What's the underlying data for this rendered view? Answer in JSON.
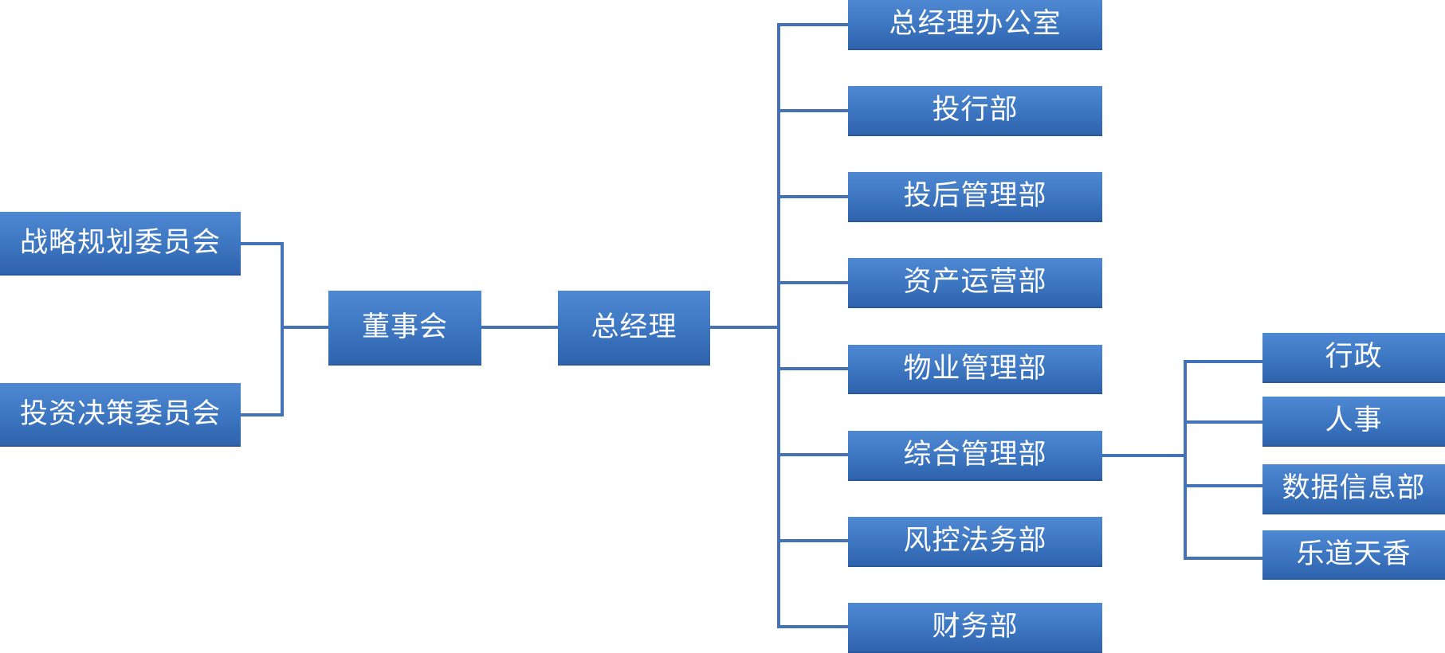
{
  "committees": [
    "战略规划委员会",
    "投资决策委员会"
  ],
  "board": "董事会",
  "general_manager": "总经理",
  "departments": [
    "总经理办公室",
    "投行部",
    "投后管理部",
    "资产运营部",
    "物业管理部",
    "综合管理部",
    "风控法务部",
    "财务部"
  ],
  "sub_units": [
    "行政",
    "人事",
    "数据信息部",
    "乐道天香"
  ],
  "colors": {
    "box_top": "#4f88d2",
    "box_bottom": "#2f63ad",
    "connector": "#4472b8",
    "text": "#ffffff"
  }
}
